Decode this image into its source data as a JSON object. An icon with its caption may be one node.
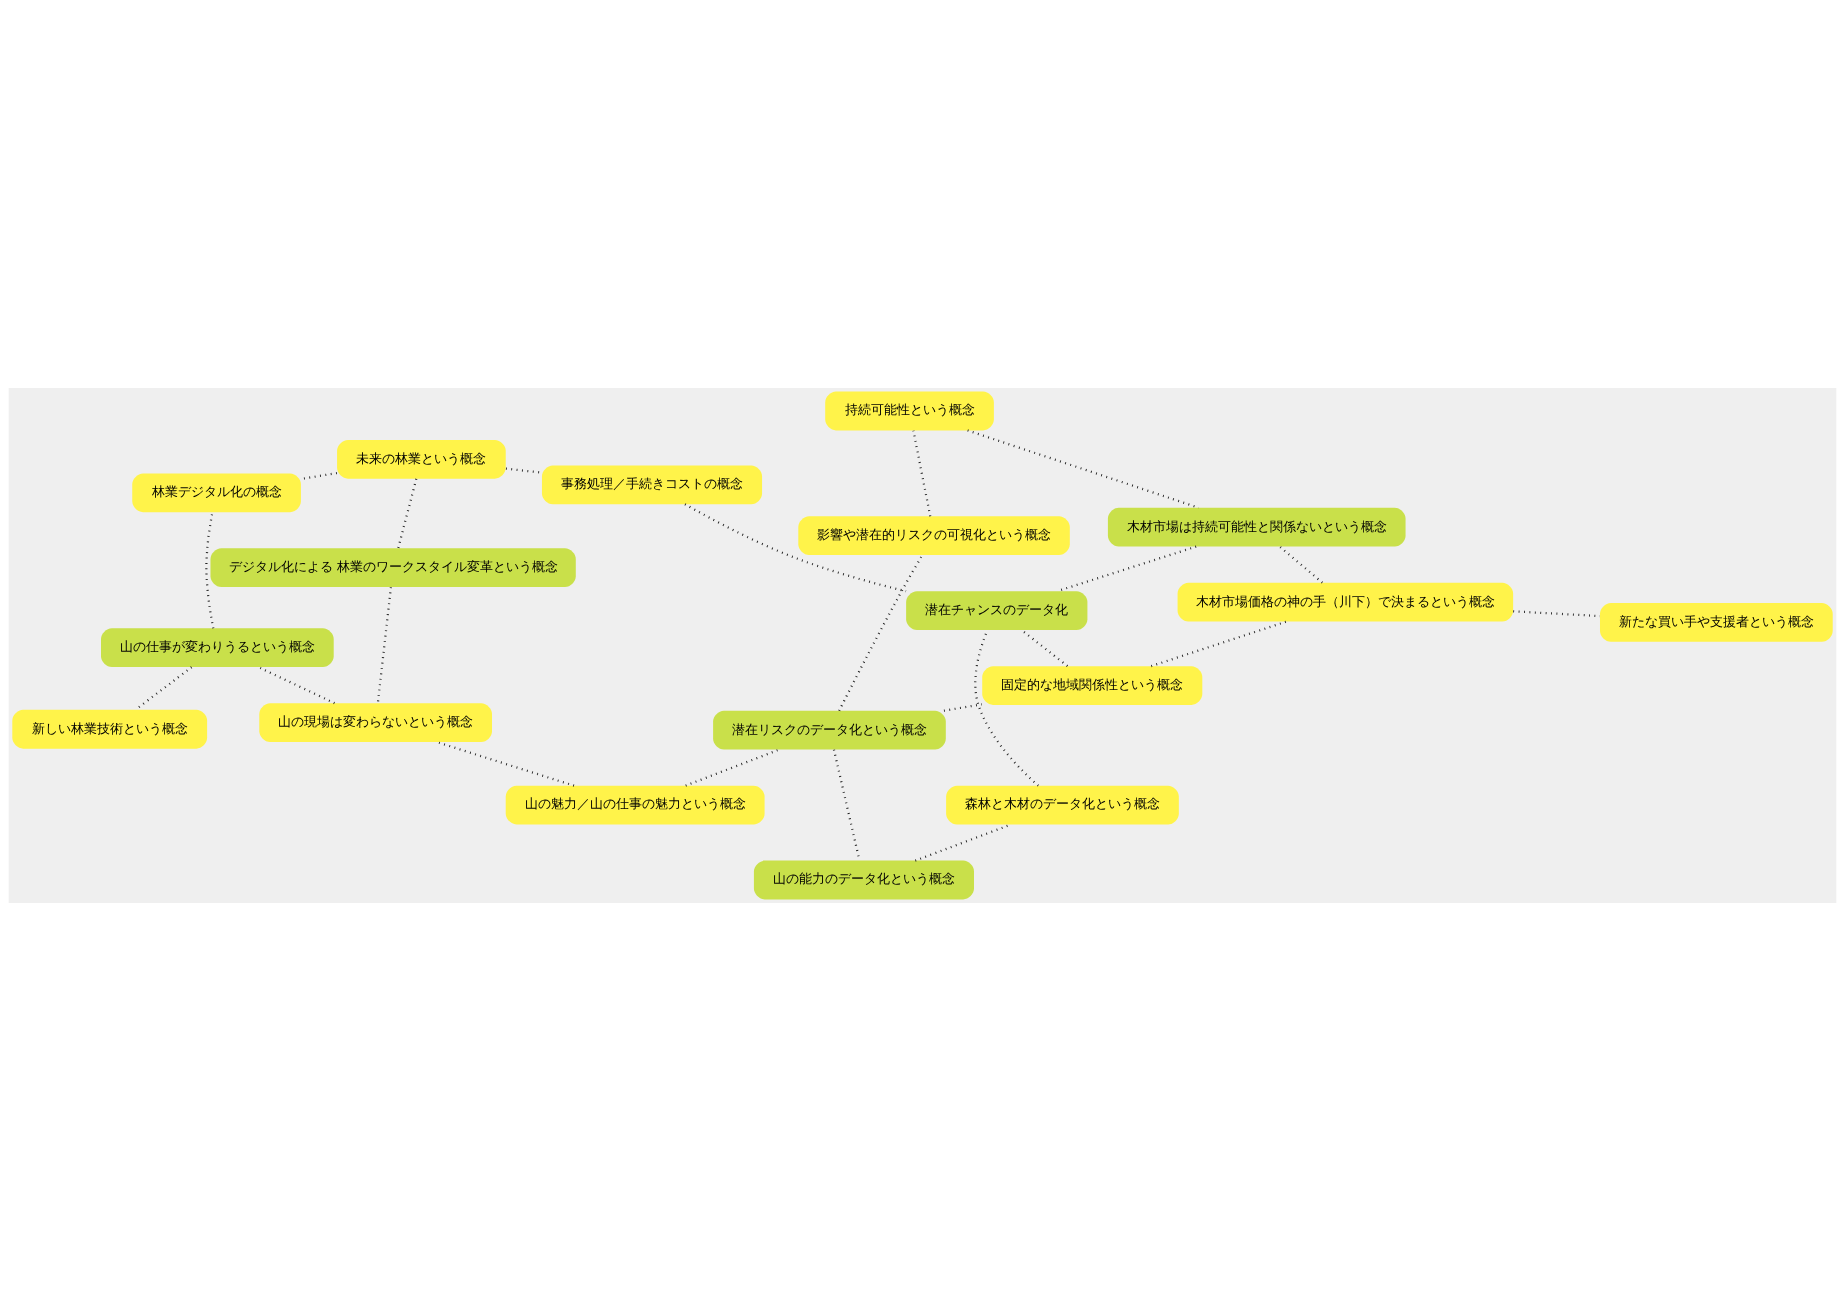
{
  "diagram": {
    "nodes": [
      {
        "text": [
          "未来の林業という概念"
        ]
      },
      {
        "text": [
          "事務処理／手続きコストの概念"
        ]
      },
      {
        "text": [
          "山の魅力／山の仕事の魅力という概念"
        ]
      },
      {
        "text": [
          "デジタル化による 林業のワークスタイル変革という概念"
        ]
      },
      {
        "text": [
          "山の仕事が変わりうるという概念"
        ]
      },
      {
        "text": [
          "林業デジタル化の概念"
        ]
      },
      {
        "text": [
          "新しい林業技術という概念"
        ]
      },
      {
        "text": [
          "山の現場は変わらないという概念"
        ]
      },
      {
        "text": [
          "潜在リスクのデータ化という概念"
        ]
      },
      {
        "text": [
          "固定的な地域関係性という概念"
        ]
      },
      {
        "text": [
          "木材市場価格の神の手（川下）で決まるという概念"
        ]
      },
      {
        "text": [
          "影響や潜在的リスクの可視化という概念"
        ]
      },
      {
        "text": [
          "新たな買い手や支援者という概念"
        ]
      },
      {
        "text": [
          "持続可能性という概念"
        ]
      },
      {
        "text": [
          "木材市場は持続可能性と関係ないという概念"
        ]
      },
      {
        "text": [
          "潜在チャンスのデータ化"
        ]
      },
      {
        "text": [
          "山の能力のデータ化という概念"
        ]
      },
      {
        "text": [
          "森林と木材のデータ化という概念"
        ]
      }
    ],
    "edges": [
      {
        "from": 0,
        "to": 1,
        "arrow": "none"
      },
      {
        "from": 0,
        "to": 3,
        "arrow": "none"
      },
      {
        "from": 0,
        "to": 5,
        "arrow": "none"
      },
      {
        "from": 2,
        "to": 7,
        "arrow": "none"
      },
      {
        "from": 3,
        "to": 7,
        "arrow": "none"
      },
      {
        "from": 2,
        "to": 8,
        "arrow": "none"
      },
      {
        "from": 7,
        "to": 4,
        "arrow": "none"
      },
      {
        "from": 4,
        "to": 5,
        "arrow": "none"
      },
      {
        "from": 4,
        "to": 6,
        "arrow": "none"
      },
      {
        "from": 1,
        "to": 15,
        "arrow": "none"
      },
      {
        "from": 8,
        "to": 9,
        "arrow": "none"
      },
      {
        "from": 9,
        "to": 10,
        "arrow": "none"
      },
      {
        "from": 9,
        "to": 15,
        "arrow": "none"
      },
      {
        "from": 8,
        "to": 11,
        "arrow": "none"
      },
      {
        "from": 10,
        "to": 12,
        "arrow": "none"
      },
      {
        "from": 10,
        "to": 14,
        "arrow": "none"
      },
      {
        "from": 11,
        "to": 13,
        "arrow": "none"
      },
      {
        "from": 13,
        "to": 14,
        "arrow": "none"
      },
      {
        "from": 14,
        "to": 15,
        "arrow": "none"
      },
      {
        "from": 8,
        "to": 16,
        "arrow": "none"
      },
      {
        "from": 16,
        "to": 17,
        "arrow": "none"
      },
      {
        "from": 17,
        "to": 15,
        "arrow": "none"
      }
    ]
  }
}
